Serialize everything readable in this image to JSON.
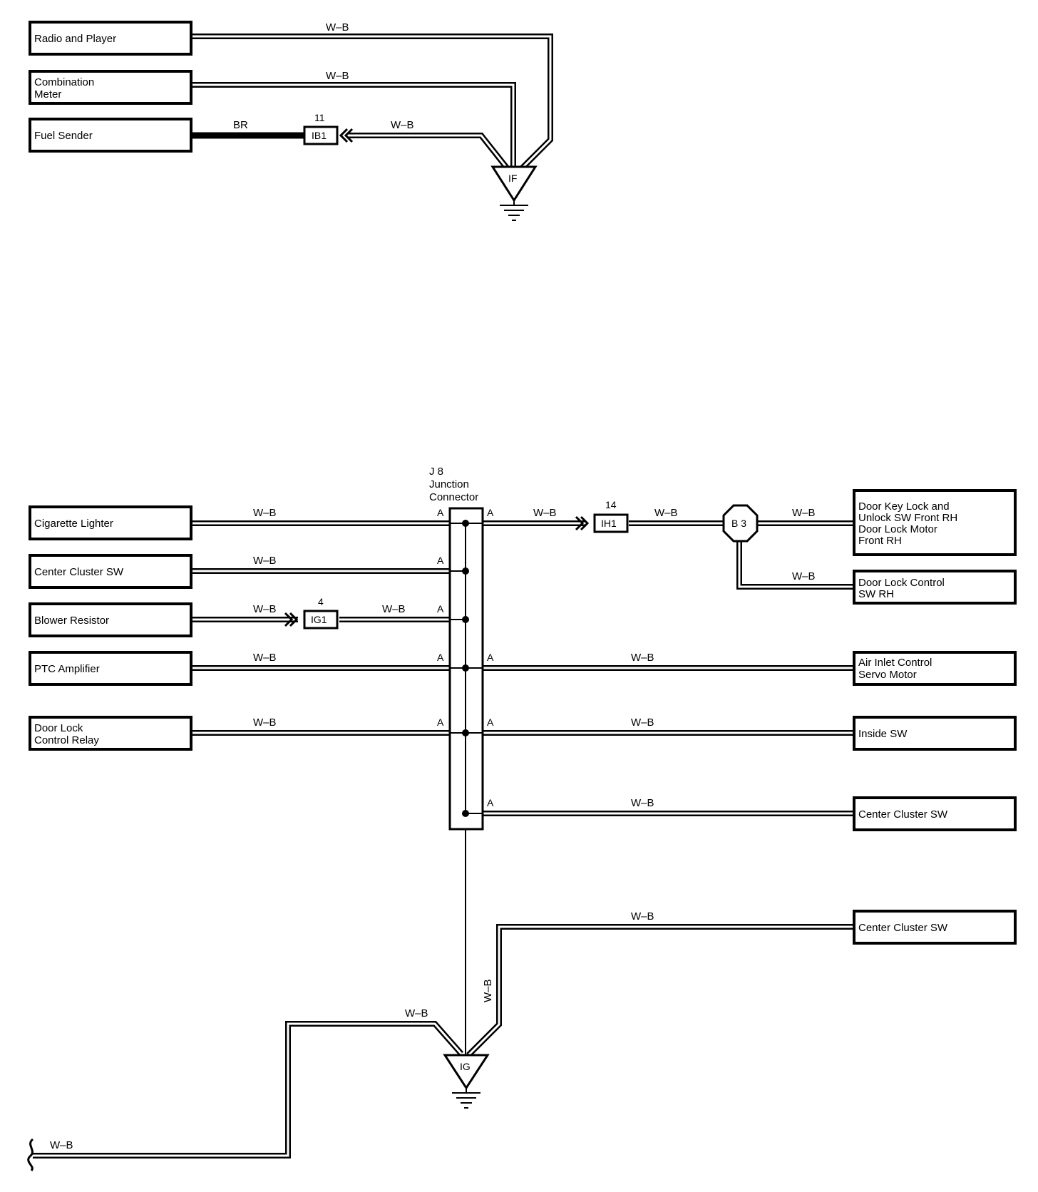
{
  "components": {
    "radio_player": "Radio and Player",
    "combination_meter": [
      "Combination",
      "Meter"
    ],
    "fuel_sender": "Fuel Sender",
    "cigarette_lighter": "Cigarette Lighter",
    "center_cluster_sw_left": "Center Cluster SW",
    "blower_resistor": "Blower Resistor",
    "ptc_amplifier": "PTC Amplifier",
    "door_lock_control_relay": [
      "Door Lock",
      "Control Relay"
    ],
    "door_key_lock_unlock": [
      "Door Key Lock and",
      "Unlock SW Front RH",
      "Door Lock Motor",
      "Front RH"
    ],
    "door_lock_control_sw_rh": [
      "Door Lock Control",
      "SW RH"
    ],
    "air_inlet_control": [
      "Air Inlet Control",
      "Servo Motor"
    ],
    "inside_sw": "Inside SW",
    "center_cluster_sw_right1": "Center Cluster SW",
    "center_cluster_sw_right2": "Center Cluster SW"
  },
  "wire_color_wb": "W–B",
  "wire_color_br": "BR",
  "connectors": {
    "ib1": {
      "id": "IB1",
      "pin": "11"
    },
    "ig1": {
      "id": "IG1",
      "pin": "4"
    },
    "ih1": {
      "id": "IH1",
      "pin": "14"
    },
    "b3": "B 3"
  },
  "grounds": {
    "if": "IF",
    "ig": "IG"
  },
  "junction": {
    "title": [
      "J 8",
      "Junction",
      "Connector"
    ],
    "pin": "A"
  },
  "colors": {
    "line": "#000000",
    "background": "#ffffff"
  }
}
